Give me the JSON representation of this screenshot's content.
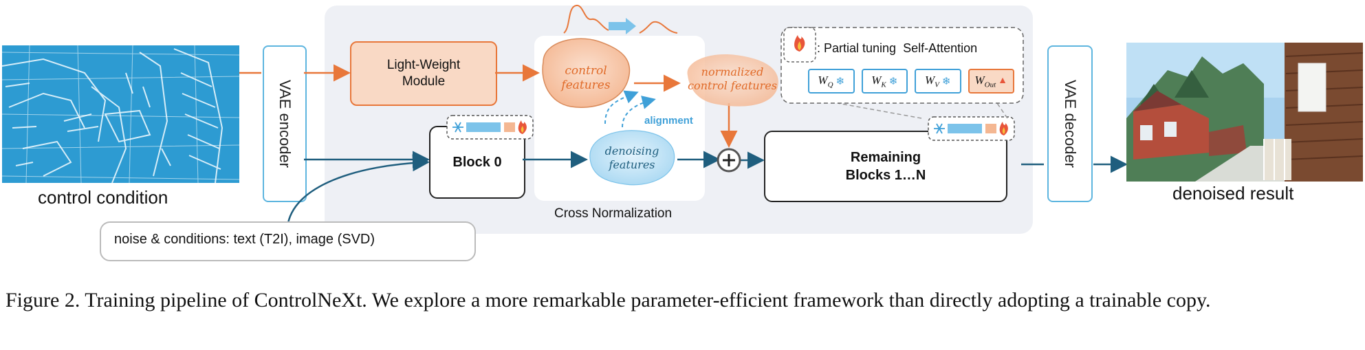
{
  "control_condition_label": "control condition",
  "vae_encoder_label": "VAE encoder",
  "vae_decoder_label": "VAE decoder",
  "light_weight_module": [
    "Light-Weight",
    "Module"
  ],
  "control_features": [
    "control",
    "features"
  ],
  "normalized_control_features": [
    "normalized",
    "control features"
  ],
  "denoising_features": [
    "denoising",
    "features"
  ],
  "alignment_label": "alignment",
  "block0_label": "Block 0",
  "remaining_blocks": [
    "Remaining",
    "Blocks 1…N"
  ],
  "cross_normalization_label": "Cross Normalization",
  "noise_conditions_label": "noise & conditions: text (T2I), image (SVD)",
  "legend_label": ": Partial tuning  Self-Attention",
  "weights": [
    {
      "main": "W",
      "sub": "Q",
      "trainable": false
    },
    {
      "main": "W",
      "sub": "K",
      "trainable": false
    },
    {
      "main": "W",
      "sub": "V",
      "trainable": false
    },
    {
      "main": "W",
      "sub": "Out",
      "trainable": true
    }
  ],
  "denoised_result_label": "denoised result",
  "caption": "Figure 2.  Training pipeline of ControlNeXt. We explore a more remarkable parameter-efficient framework than directly adopting a trainable copy.",
  "colors": {
    "orange": "#e8773a",
    "orange_fill": "#f9d9c5",
    "blue": "#3fa0d8",
    "dark_blue": "#1f5e7e",
    "panel": "#eef0f5"
  },
  "icons": [
    "snowflake-icon",
    "fire-icon",
    "plus-icon",
    "arrow-icon"
  ]
}
